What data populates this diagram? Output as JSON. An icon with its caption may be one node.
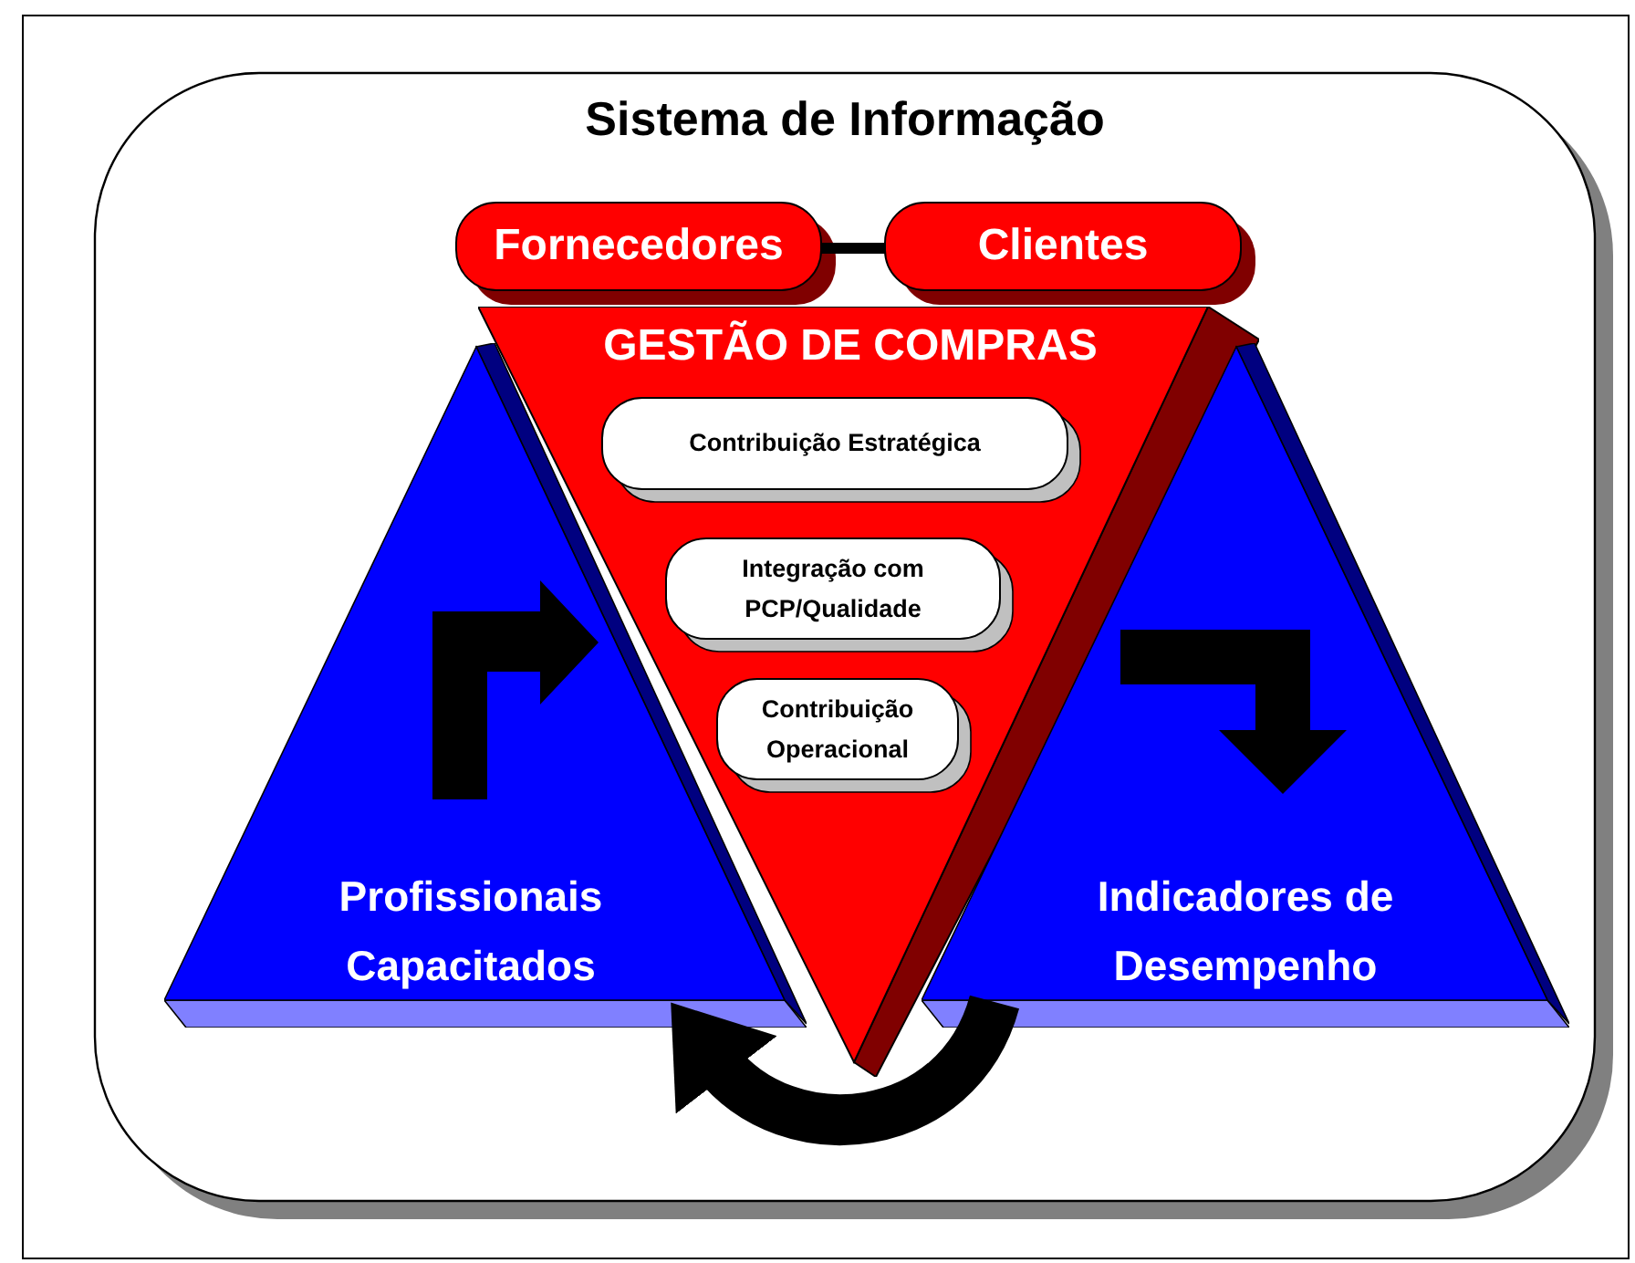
{
  "diagram": {
    "nodes": [
      {
        "text": [
          "Sistema de Informação"
        ]
      },
      {
        "text": [
          "Fornecedores"
        ],
        "in": 0
      },
      {
        "text": [
          "Clientes"
        ],
        "in": 0
      },
      {
        "text": [
          "GESTÃO DE COMPRAS"
        ],
        "in": 0
      },
      {
        "text": [
          "Contribuição Estratégica"
        ],
        "in": 3
      },
      {
        "text": [
          "Integração com PCP/Qualidade"
        ],
        "in": 3
      },
      {
        "text": [
          "Contribuição Operacional"
        ],
        "in": 3
      },
      {
        "text": [
          "Profissionais Capacitados"
        ],
        "in": 0
      },
      {
        "text": [
          "Indicadores de Desempenho"
        ],
        "in": 0
      }
    ],
    "edges": [
      {
        "from": 1,
        "to": 2,
        "arrow": "none"
      },
      {
        "from": 8,
        "to": 7,
        "arrow": "to",
        "style": "thick"
      }
    ]
  }
}
